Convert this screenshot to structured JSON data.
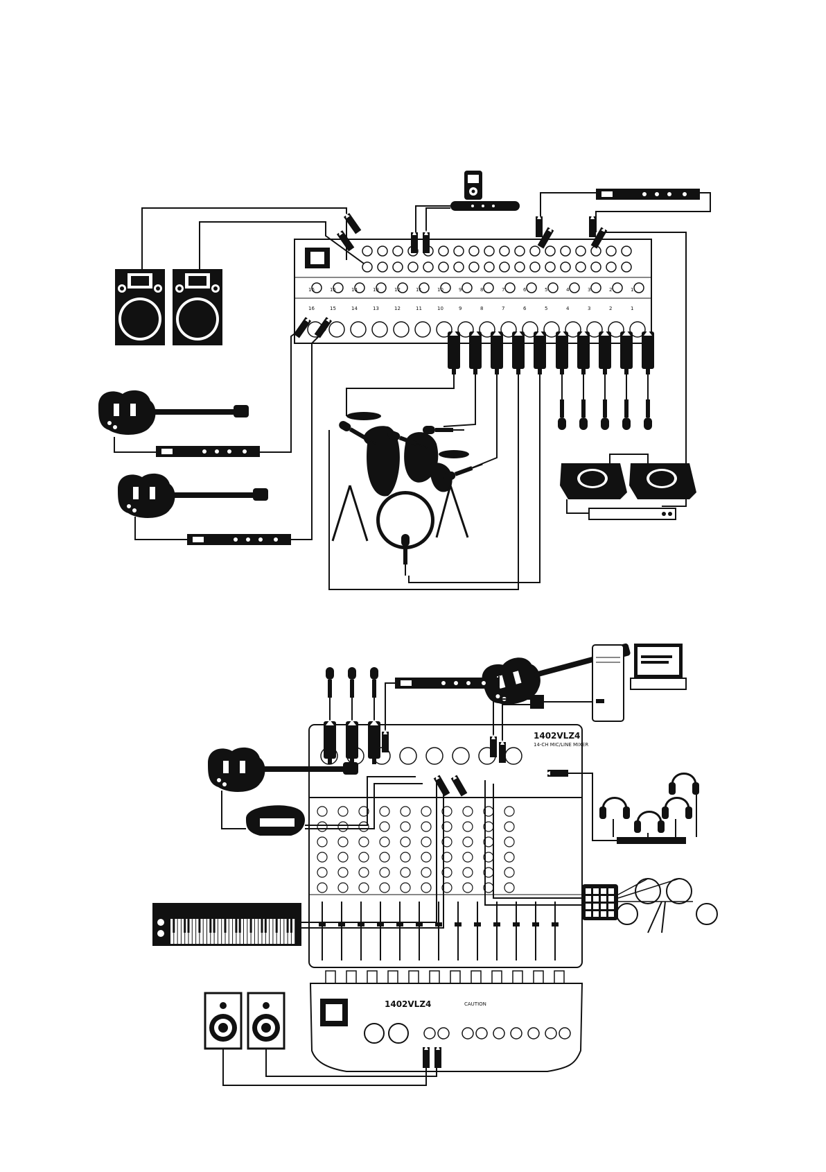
{
  "mixer_top": {
    "input_numbers": [
      "16",
      "15",
      "14",
      "13",
      "12",
      "11",
      "10",
      "9",
      "8",
      "7",
      "6",
      "5",
      "4",
      "3",
      "2",
      "1"
    ]
  },
  "mixer_bottom": {
    "model": "1402VLZ4",
    "model_sub": "14-CH MIC/LINE MIXER",
    "rear_model": "1402VLZ4",
    "caution": "CAUTION"
  },
  "colors": {
    "ink": "#111111",
    "paper": "#ffffff",
    "grey": "#cfcfcf"
  },
  "icons": {
    "speaker": "speaker-cabinet-icon",
    "guitar": "electric-guitar-icon",
    "mic": "microphone-icon",
    "drums": "drum-kit-icon",
    "headphones": "headphones-icon",
    "keyboard": "keyboard-synth-icon",
    "computer": "desktop-computer-icon",
    "monitor": "studio-monitor-icon",
    "ipod": "media-player-icon"
  }
}
